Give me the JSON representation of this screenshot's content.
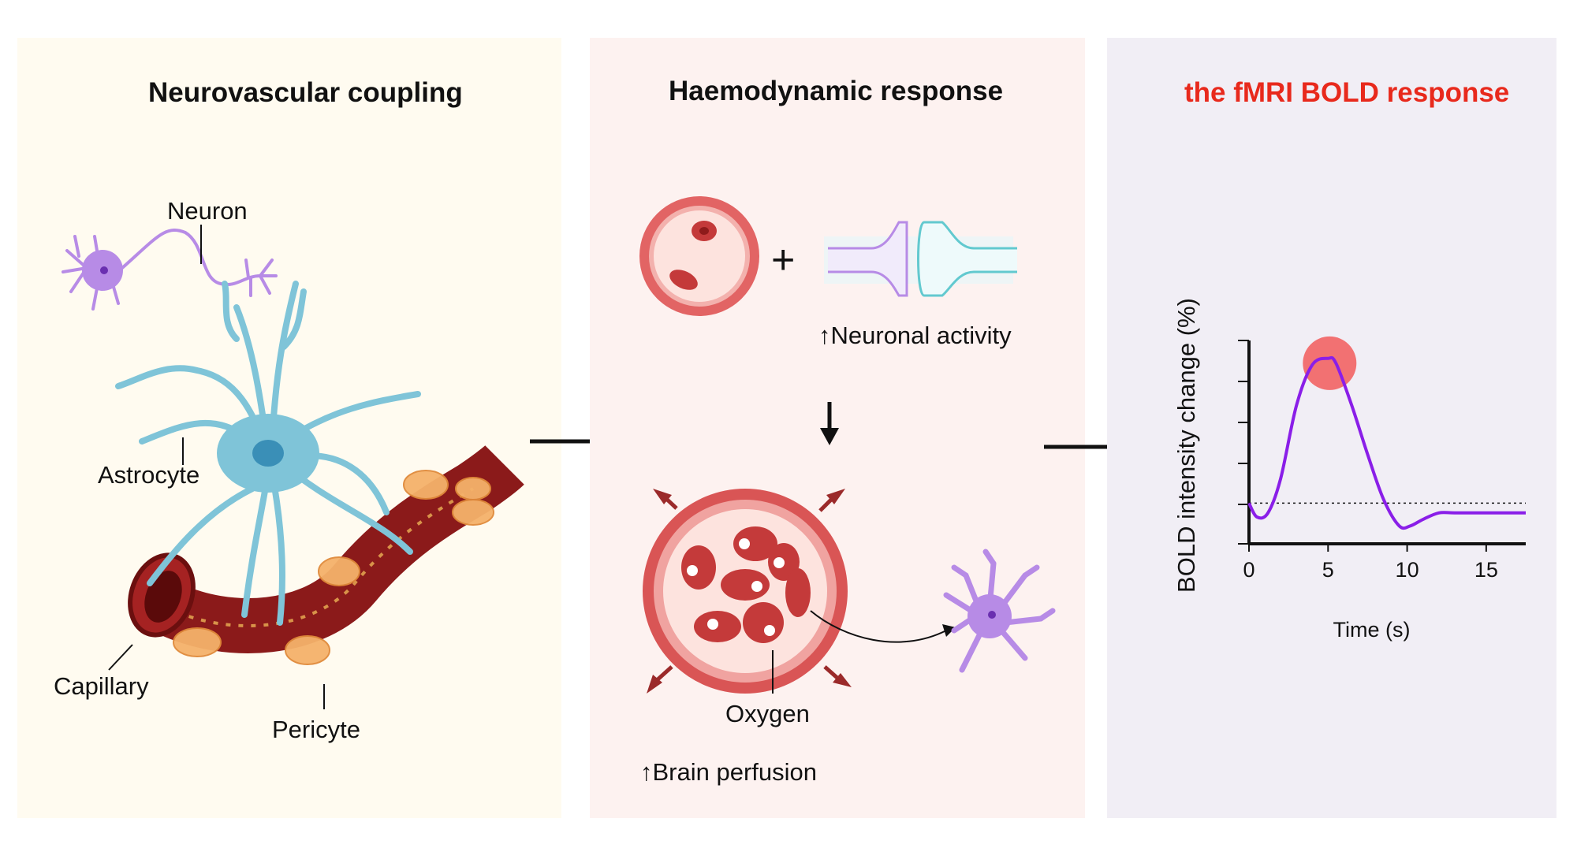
{
  "panels": {
    "neurovascular": {
      "title": "Neurovascular coupling",
      "labels": {
        "neuron": "Neuron",
        "astrocyte": "Astrocyte",
        "capillary": "Capillary",
        "pericyte": "Pericyte"
      }
    },
    "haemodynamic": {
      "title": "Haemodynamic response",
      "plus": "+",
      "neuronal_activity": "↑Neuronal activity",
      "oxygen": "Oxygen",
      "brain_perfusion": "↑Brain perfusion"
    },
    "bold": {
      "title": "the fMRI BOLD response"
    }
  },
  "colors": {
    "title_red": "#e8291c",
    "neuron_purple": "#a06ce0",
    "astrocyte_blue": "#7fc4d8",
    "vessel_red": "#8b1a1a",
    "pericyte_orange": "#f5b26b",
    "bold_curve": "#8a1ee8",
    "peak_marker": "#f25a5a"
  },
  "chart_data": {
    "type": "line",
    "xlabel": "Time (s)",
    "ylabel": "BOLD intensity change (%)",
    "xticks": [
      0,
      5,
      10,
      15
    ],
    "xlim": [
      0,
      17.5
    ],
    "ylim": [
      -0.5,
      2.0
    ],
    "baseline": 0,
    "yticks_unlabeled": 5,
    "series": [
      {
        "x": [
          0,
          0.5,
          1.2,
          2,
          3,
          4,
          5,
          5.5,
          6.5,
          7.5,
          8.5,
          9.5,
          10.2,
          11,
          12,
          13,
          15,
          17.5
        ],
        "y": [
          0,
          -0.17,
          -0.12,
          0.3,
          1.2,
          1.7,
          1.78,
          1.72,
          1.2,
          0.6,
          0.05,
          -0.28,
          -0.28,
          -0.2,
          -0.12,
          -0.12,
          -0.12,
          -0.12
        ]
      }
    ],
    "peak_marker": {
      "x": 5.1,
      "y": 1.72
    }
  }
}
